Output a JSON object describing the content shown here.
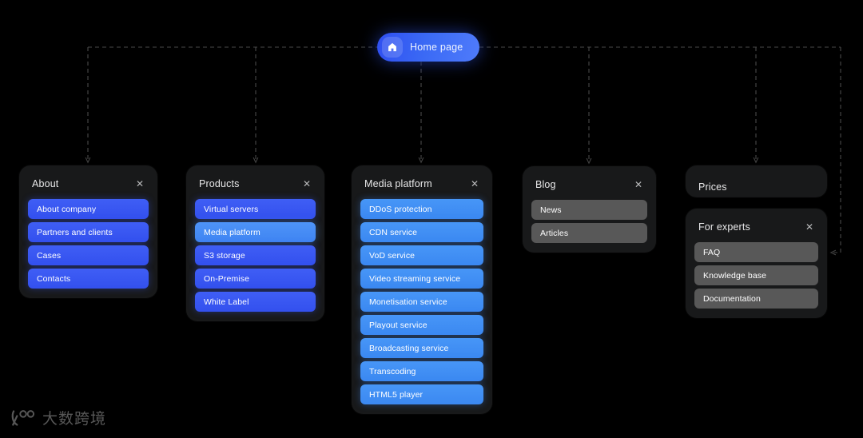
{
  "root": {
    "label": "Home page",
    "icon": "home-icon"
  },
  "colors": {
    "background": "#000000",
    "card": "#18191a",
    "accent_blue": "#3b5cf0",
    "accent_blue_highlight": "#4a8df5",
    "accent_sky": "#3f8cf3",
    "grey_item": "#585858",
    "dashed_line": "#4a4a4a"
  },
  "close_icon_glyph": "✕",
  "nodes": [
    {
      "id": "about",
      "title": "About",
      "closable": true,
      "item_style": "blue",
      "items": [
        {
          "label": "About company",
          "selected": false
        },
        {
          "label": "Partners and clients",
          "selected": false
        },
        {
          "label": "Cases",
          "selected": false
        },
        {
          "label": "Contacts",
          "selected": false
        }
      ]
    },
    {
      "id": "products",
      "title": "Products",
      "closable": true,
      "item_style": "blue",
      "items": [
        {
          "label": "Virtual servers",
          "selected": false
        },
        {
          "label": "Media platform",
          "selected": true
        },
        {
          "label": "S3 storage",
          "selected": false
        },
        {
          "label": "On-Premise",
          "selected": false
        },
        {
          "label": "White Label",
          "selected": false
        }
      ]
    },
    {
      "id": "media",
      "title": "Media platform",
      "closable": true,
      "item_style": "sky",
      "items": [
        {
          "label": "DDoS protection",
          "selected": false
        },
        {
          "label": "CDN service",
          "selected": false
        },
        {
          "label": "VoD service",
          "selected": false
        },
        {
          "label": "Video streaming service",
          "selected": false
        },
        {
          "label": "Monetisation service",
          "selected": false
        },
        {
          "label": "Playout service",
          "selected": false
        },
        {
          "label": "Broadcasting service",
          "selected": false
        },
        {
          "label": "Transcoding",
          "selected": false
        },
        {
          "label": "HTML5 player",
          "selected": false
        }
      ]
    },
    {
      "id": "blog",
      "title": "Blog",
      "closable": true,
      "item_style": "grey",
      "items": [
        {
          "label": "News",
          "selected": false
        },
        {
          "label": "Articles",
          "selected": false
        }
      ]
    },
    {
      "id": "prices",
      "title": "Prices",
      "closable": false,
      "item_style": "none",
      "items": []
    },
    {
      "id": "experts",
      "title": "For experts",
      "closable": true,
      "item_style": "grey",
      "items": [
        {
          "label": "FAQ",
          "selected": false
        },
        {
          "label": "Knowledge base",
          "selected": false
        },
        {
          "label": "Documentation",
          "selected": false
        }
      ]
    }
  ],
  "watermark": {
    "text": "大数跨境"
  }
}
